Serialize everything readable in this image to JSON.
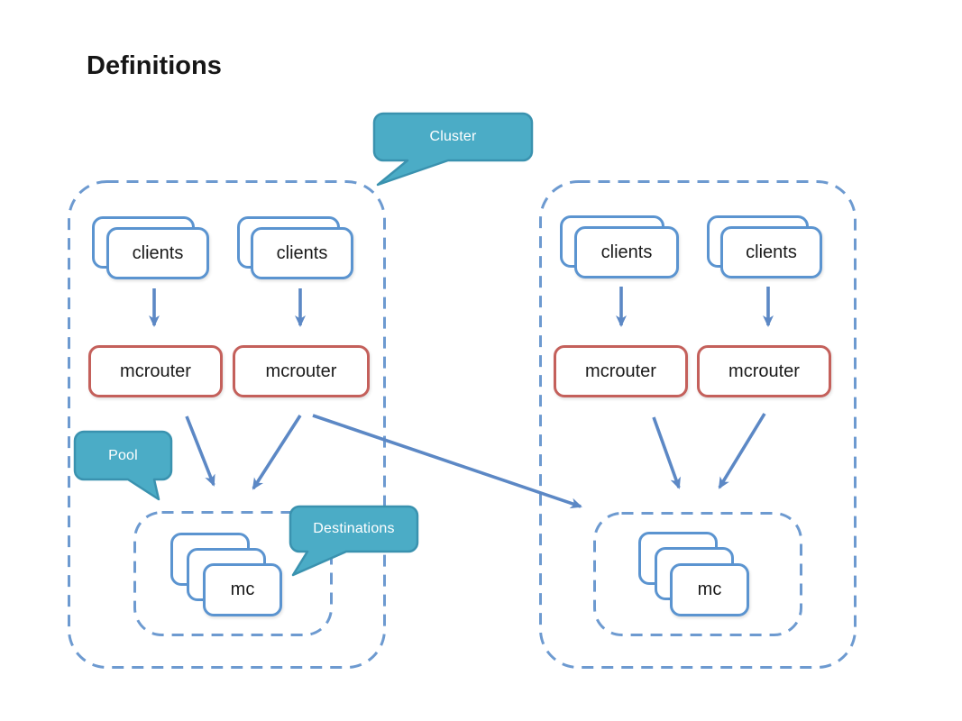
{
  "title": "Definitions",
  "callouts": {
    "cluster": "Cluster",
    "pool": "Pool",
    "destinations": "Destinations"
  },
  "clusters": [
    {
      "id": "left",
      "clients": [
        "clients",
        "clients"
      ],
      "mcrouters": [
        "mcrouter",
        "mcrouter"
      ],
      "mc_label": "mc"
    },
    {
      "id": "right",
      "clients": [
        "clients",
        "clients"
      ],
      "mcrouters": [
        "mcrouter",
        "mcrouter"
      ],
      "mc_label": "mc"
    }
  ],
  "colors": {
    "cluster_dash_blue": "#6d9ad0",
    "box_border_blue": "#5b94d0",
    "mcrouter_border_red": "#c4605b",
    "arrow_blue": "#5c88c5",
    "callout_fill_teal": "#4bacc6",
    "callout_border_teal": "#3a92af",
    "label_text": "#1a1a1a",
    "callout_text": "#ffffff"
  }
}
